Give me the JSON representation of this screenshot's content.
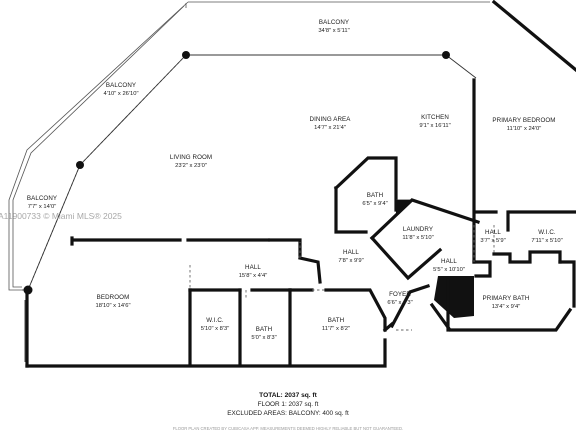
{
  "rooms": [
    {
      "key": "balcony-top",
      "name": "BALCONY",
      "dims": "34'8\" x 5'11\""
    },
    {
      "key": "balcony-left",
      "name": "BALCONY",
      "dims": "4'10\" x 26'10\""
    },
    {
      "key": "balcony-small",
      "name": "BALCONY",
      "dims": "7'7\" x 14'0\""
    },
    {
      "key": "dining",
      "name": "DINING AREA",
      "dims": "14'7\" x 21'4\""
    },
    {
      "key": "kitchen",
      "name": "KITCHEN",
      "dims": "9'1\" x 16'11\""
    },
    {
      "key": "primary-bedroom",
      "name": "PRIMARY BEDROOM",
      "dims": "11'10\" x 24'0\""
    },
    {
      "key": "living",
      "name": "LIVING ROOM",
      "dims": "23'2\" x 23'0\""
    },
    {
      "key": "bath-center",
      "name": "BATH",
      "dims": "6'5\" x 9'4\""
    },
    {
      "key": "laundry",
      "name": "LAUNDRY",
      "dims": "11'8\" x 5'10\""
    },
    {
      "key": "hall-upper-right",
      "name": "HALL",
      "dims": "3'7\" x 5'9\""
    },
    {
      "key": "wic-right",
      "name": "W.I.C.",
      "dims": "7'11\" x 5'10\""
    },
    {
      "key": "hall-center",
      "name": "HALL",
      "dims": "7'8\" x 9'9\""
    },
    {
      "key": "hall-left",
      "name": "HALL",
      "dims": "15'8\" x 4'4\""
    },
    {
      "key": "hall-lower-right",
      "name": "HALL",
      "dims": "5'5\" x 10'10\""
    },
    {
      "key": "bedroom",
      "name": "BEDROOM",
      "dims": "18'10\" x 14'6\""
    },
    {
      "key": "foyer",
      "name": "FOYER",
      "dims": "6'6\" x 4'3\""
    },
    {
      "key": "primary-bath",
      "name": "PRIMARY BATH",
      "dims": "13'4\" x 9'4\""
    },
    {
      "key": "wic-left",
      "name": "W.I.C.",
      "dims": "5'10\" x 8'3\""
    },
    {
      "key": "bath-small",
      "name": "BATH",
      "dims": "5'0\" x 8'3\""
    },
    {
      "key": "bath-lower",
      "name": "BATH",
      "dims": "11'7\" x 8'2\""
    }
  ],
  "watermark": "A11900733 © Miami MLS® 2025",
  "totals": {
    "total": "TOTAL: 2037 sq. ft",
    "floor": "FLOOR 1: 2037 sq. ft",
    "excluded": "EXCLUDED AREAS: BALCONY: 400 sq. ft"
  },
  "footer_note": "FLOOR PLAN CREATED BY CUBICASA APP. MEASUREMENTS DEEMED HIGHLY RELIABLE BUT NOT GUARANTEED."
}
